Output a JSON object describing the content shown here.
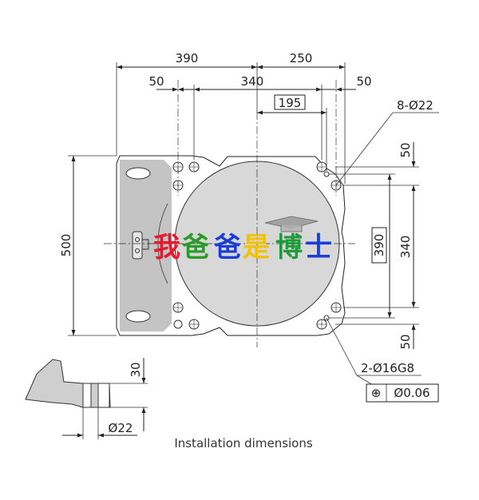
{
  "dimensions": {
    "top_390": "390",
    "top_250": "250",
    "top_50_left": "50",
    "top_340": "340",
    "top_50_right": "50",
    "boxed_195": "195",
    "hole_spec": "8-Ø22",
    "left_500": "500",
    "right_50_top": "50",
    "right_340": "340",
    "right_50_bottom": "50",
    "boxed_390": "390",
    "pin_spec": "2-Ø16G8",
    "tolerance_symbol": "⊕",
    "tolerance_value": "Ø0.06",
    "detail_30": "30",
    "detail_22": "Ø22"
  },
  "caption": "Installation dimensions",
  "watermark": {
    "text": "我爸爸是博士",
    "colors": [
      "#e8192c",
      "#2a9a2a",
      "#1a3dd8",
      "#f2c200",
      "#1f9a3a",
      "#1a3dd8"
    ]
  },
  "colors": {
    "base_fill": "#cfcfcf",
    "base_stroke": "#333333",
    "ink": "#222222"
  }
}
